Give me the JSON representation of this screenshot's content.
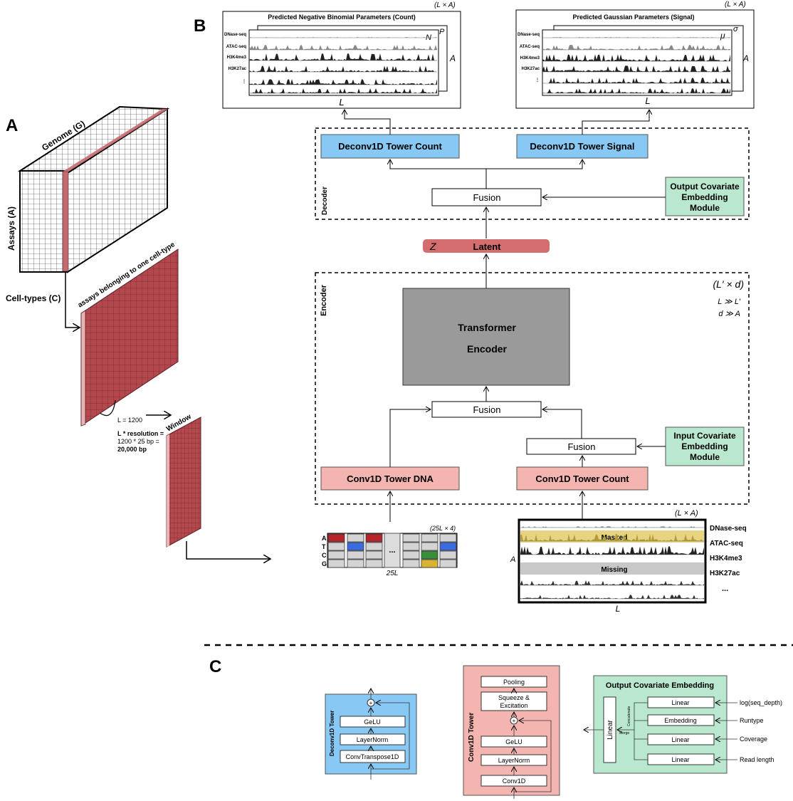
{
  "panels": {
    "a": "A",
    "b": "B",
    "c": "C"
  },
  "panel_a": {
    "genome": "Genome (G)",
    "assays": "Assays (A)",
    "cell_types": "Cell-types (C)",
    "assays_one_cell_type": "assays belonging to one cell-type",
    "l_value": "L = 1200",
    "window": "Window",
    "resolution_line1": "L * resolution =",
    "resolution_line2": "1200 * 25 bp =",
    "resolution_line3": "20,000 bp"
  },
  "decoder": {
    "label": "Decoder",
    "tower_count": "Deconv1D Tower Count",
    "tower_signal": "Deconv1D Tower Signal",
    "fusion": "Fusion",
    "covariate_line1": "Output Covariate",
    "covariate_line2": "Embedding",
    "covariate_line3": "Module"
  },
  "latent": {
    "symbol": "Z",
    "label": "Latent"
  },
  "encoder": {
    "label": "Encoder",
    "transformer_line1": "Transformer",
    "transformer_line2": "Encoder",
    "dim": "(L′ × d)",
    "cond1": "L ≫ L′",
    "cond2": "d ≫ A",
    "fusion_top": "Fusion",
    "fusion_right": "Fusion",
    "covariate_line1": "Input Covariate",
    "covariate_line2": "Embedding",
    "covariate_line3": "Module",
    "conv_dna": "Conv1D Tower DNA",
    "conv_count": "Conv1D Tower Count"
  },
  "outputs": {
    "count_title": "Predicted Negative Binomial Parameters (Count)",
    "signal_title": "Predicted Gaussian Parameters (Signal)",
    "dim": "(L × A)",
    "count_tracks": [
      "DNase-seq",
      "ATAC-seq",
      "H3K4me3",
      "H3K27ac",
      "⋮"
    ],
    "signal_tracks": [
      "DNase-seq",
      "ATAC-seq",
      "H3K4me3",
      "H3K27ac",
      "⋮"
    ],
    "param_n": "N",
    "param_p": "P",
    "param_mu": "μ",
    "param_sigma": "σ",
    "axis_a": "A",
    "axis_l": "L"
  },
  "dna_input": {
    "dim": "(25L × 4)",
    "bases": [
      "A",
      "T",
      "C",
      "G"
    ],
    "ellipsis": "...",
    "length": "25L"
  },
  "signal_input": {
    "dim": "(L × A)",
    "masked": "Masked",
    "missing": "Missing",
    "tracks": [
      "DNase-seq",
      "ATAC-seq",
      "H3K4me3",
      "H3K27ac",
      "..."
    ],
    "axis_a": "A",
    "axis_l": "L"
  },
  "panel_c": {
    "deconv_title": "Deconv1D Tower",
    "deconv_layers": [
      "GeLU",
      "LayerNorm",
      "ConvTranspose1D"
    ],
    "conv_title": "Conv1D Tower",
    "conv_layers": [
      "Pooling",
      "Squeeze &",
      "Excitation",
      "GeLU",
      "LayerNorm",
      "Conv1D"
    ],
    "plus": "+",
    "cov_title": "Output Covariate Embedding",
    "cov_linear": "Linear",
    "cov_concat": "Concatenate",
    "cov_merge": "Merge",
    "cov_layers": [
      "Linear",
      "Embedding",
      "Linear",
      "Linear"
    ],
    "cov_inputs": [
      "log(seq_depth)",
      "Runtype",
      "Coverage",
      "Read length"
    ]
  },
  "colors": {
    "blue": "#87c8f4",
    "pink": "#f4b5b0",
    "green": "#b9e8cf",
    "latent": "#d46d6d",
    "gray": "#9a9a9a",
    "cube_red": "#b3484f"
  }
}
